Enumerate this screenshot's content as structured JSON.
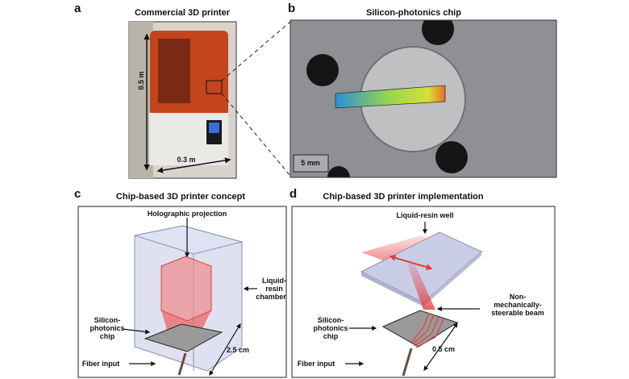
{
  "panels": {
    "a": {
      "letter": "a",
      "title": "Commercial 3D printer",
      "height_label": "0.5 m",
      "width_label": "0.3 m"
    },
    "b": {
      "letter": "b",
      "title": "Silicon-photonics chip",
      "scale_bar": "5 mm"
    },
    "c": {
      "letter": "c",
      "title": "Chip-based 3D printer concept",
      "holo": "Holographic projection",
      "chamber": [
        "Liquid-",
        "resin",
        "chamber"
      ],
      "chip": [
        "Silicon-",
        "photonics",
        "chip"
      ],
      "fiber": "Fiber input",
      "size": "2.5 cm"
    },
    "d": {
      "letter": "d",
      "title": "Chip-based 3D printer implementation",
      "well": "Liquid-resin well",
      "beam": [
        "Non-",
        "mechanically-",
        "steerable beam"
      ],
      "chip": [
        "Silicon-",
        "photonics",
        "chip"
      ],
      "fiber": "Fiber input",
      "size": "0.5 cm"
    }
  }
}
